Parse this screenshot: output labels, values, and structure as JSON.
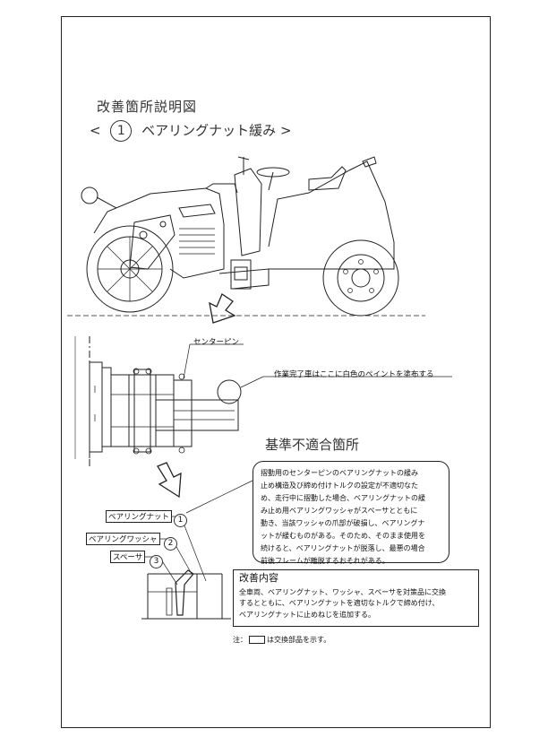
{
  "title": "改善箇所説明図",
  "subtitle": {
    "left_bracket": "<",
    "number": "1",
    "text": "ベアリングナット緩み",
    "right_bracket": ">"
  },
  "labels": {
    "center_pin": "センターピン",
    "paint_note": "作業完了車はここに白色のペイントを塗布する",
    "bearing_nut": "ベアリングナット",
    "bearing_washer": "ベアリングワッシャ",
    "spacer": "スペーサ",
    "badge_1": "1",
    "badge_2": "2",
    "badge_3": "3"
  },
  "nonconformity": {
    "heading": "基準不適合箇所",
    "lines": [
      "摺動用のセンターピンのベアリングナットの緩み",
      "止め構造及び締め付けトルクの設定が不適切なた",
      "め、走行中に摺動した場合、ベアリングナットの緩",
      "み止め用ベアリングワッシャがスペーサとともに",
      "動き、当該ワッシャの爪部が破損し、ベアリングナ",
      "ットが緩むものがある。そのため、そのまま使用を",
      "続けると、ベアリングナットが脱落し、最悪の場合",
      "前後フレームが離脱するおそれがある。"
    ]
  },
  "improvement": {
    "heading": "改善内容",
    "lines": [
      "全車両、ベアリングナット、ワッシャ、スペーサを対策品に交換",
      "するとともに、ベアリングナットを適切なトルクで締め付け、",
      "ベアリングナットに止めねじを追加する。"
    ]
  },
  "note": {
    "prefix": "注：",
    "suffix": "は交換部品を示す。"
  }
}
